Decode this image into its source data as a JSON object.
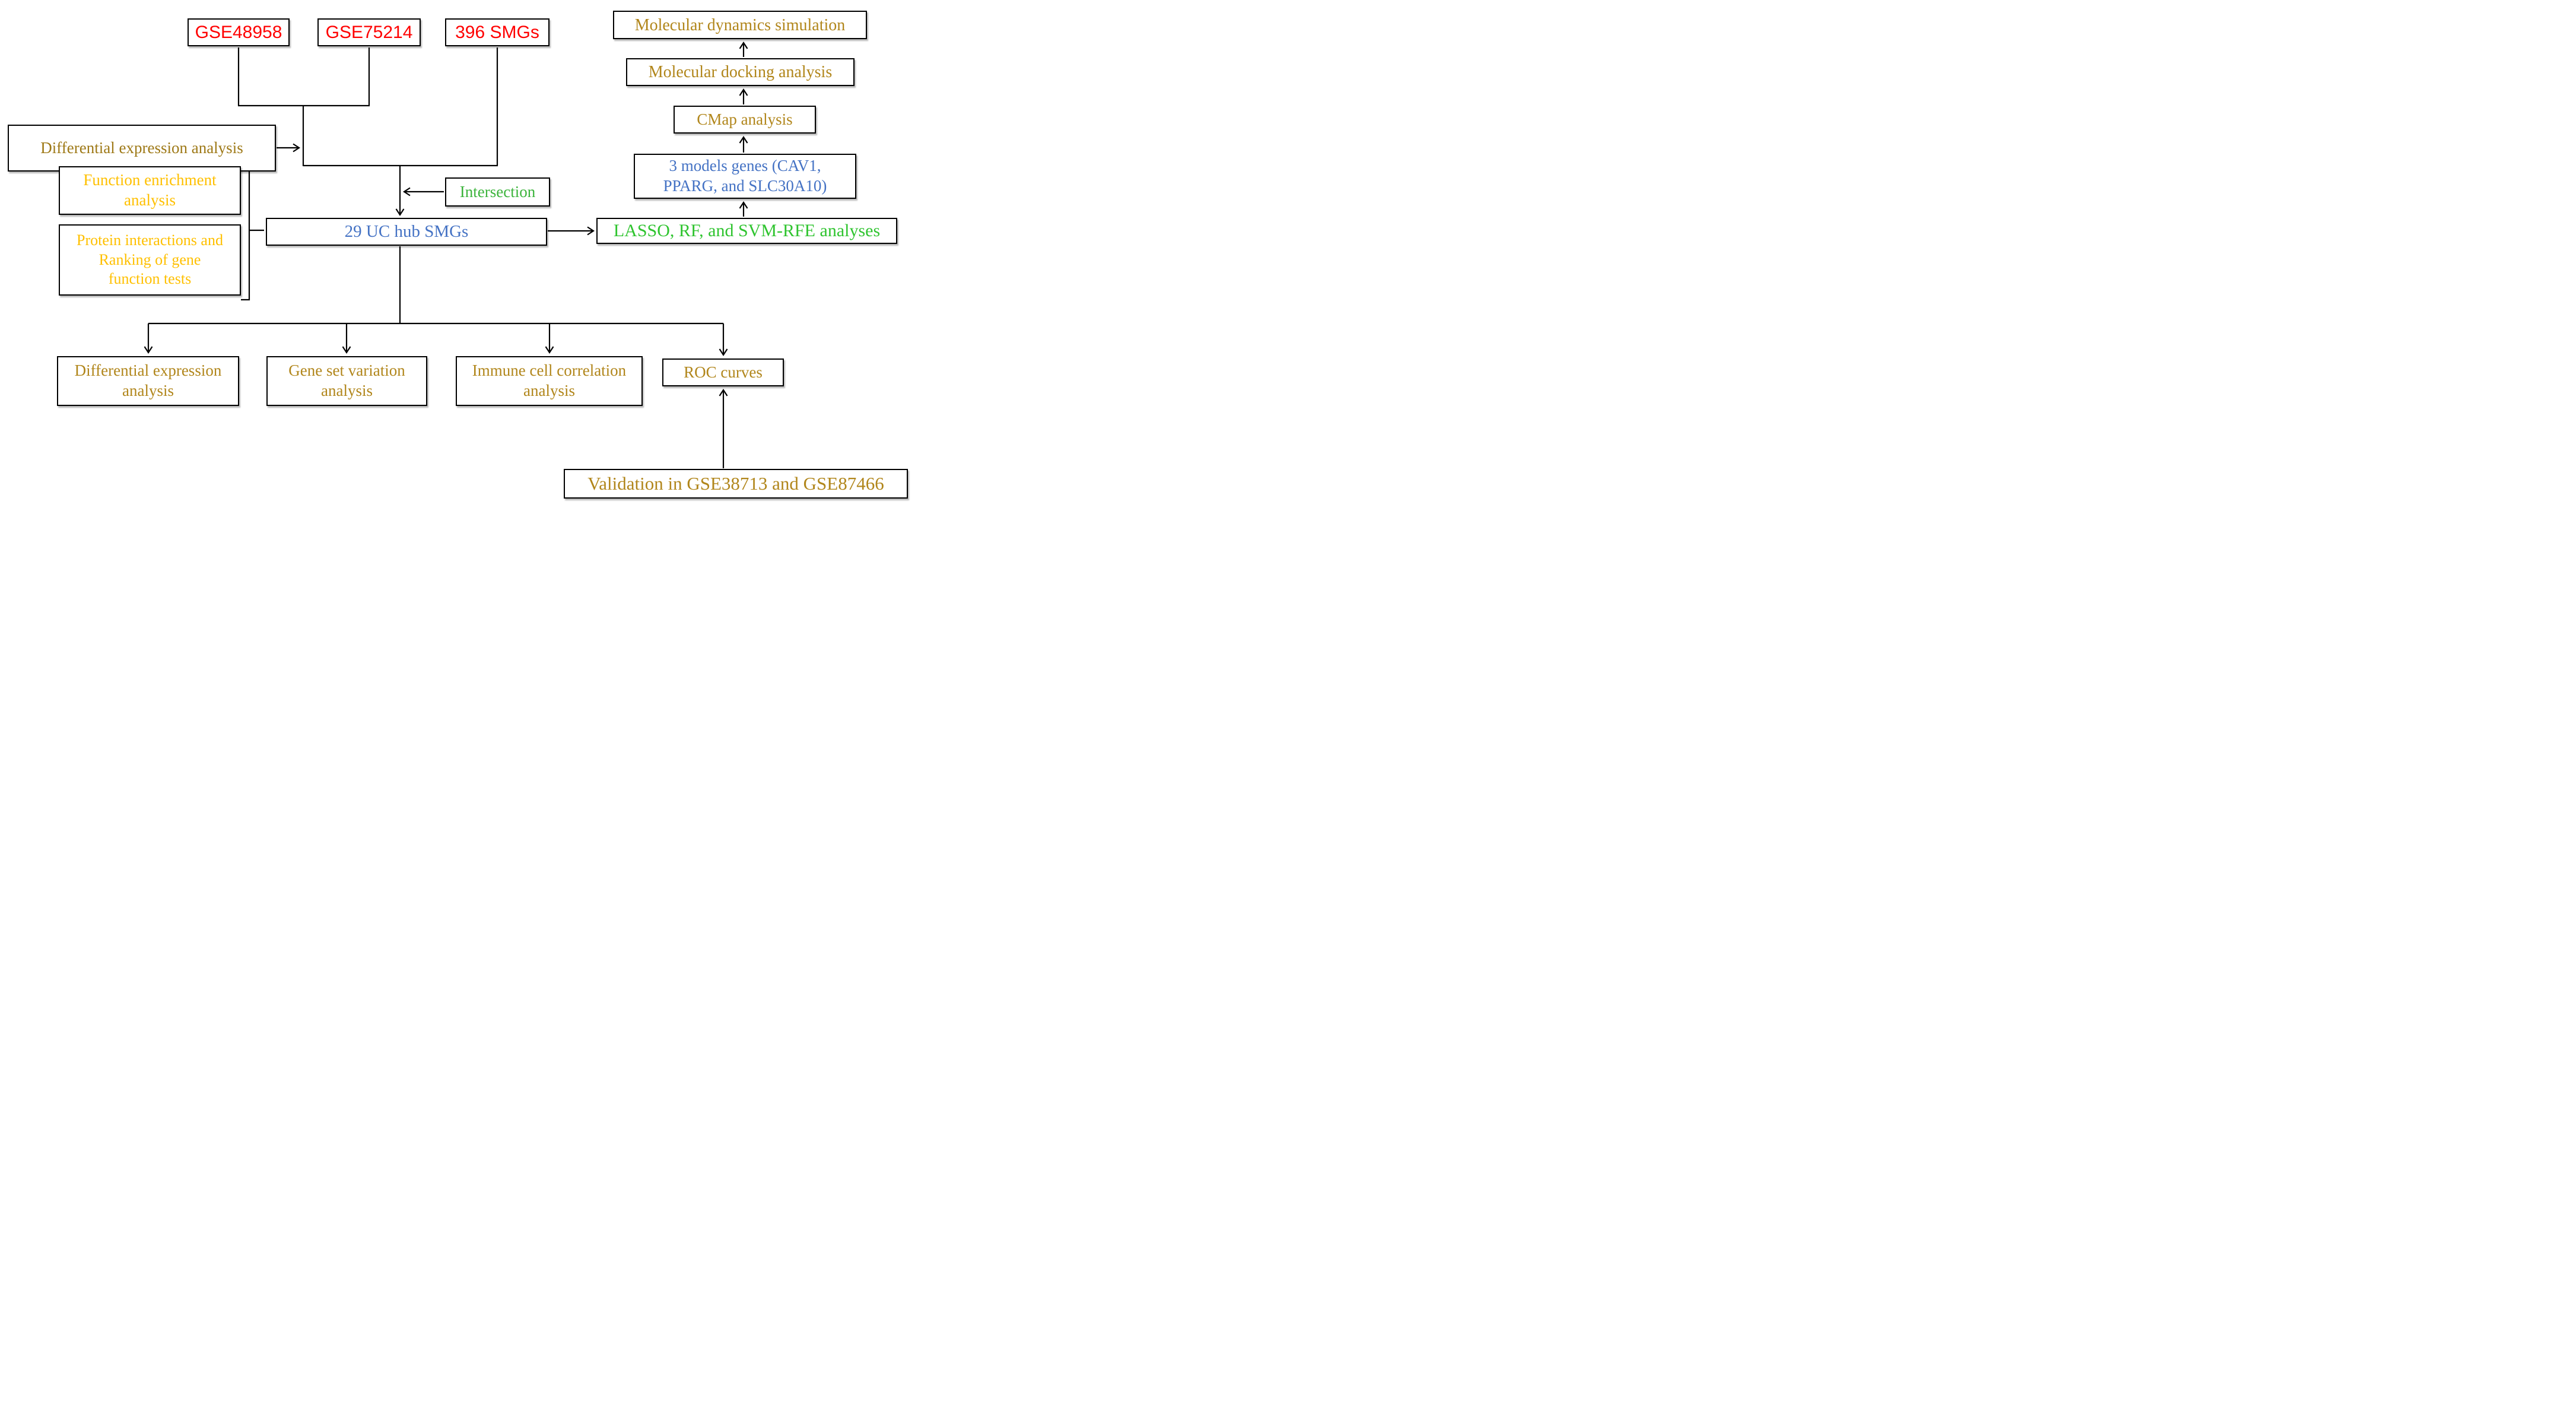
{
  "figure": {
    "type": "flowchart",
    "background": "#ffffff",
    "line_color": "#000000"
  },
  "palette": {
    "red": "#FF0000",
    "gold_dark": "#9E7917",
    "gold": "#B1861B",
    "amber": "#FFC000",
    "green": "#3CB43C",
    "green_bright": "#2FC42F",
    "blue": "#4472C4"
  },
  "nodes": {
    "gse48958": {
      "label": "GSE48958",
      "color": "#FF0000"
    },
    "gse75214": {
      "label": "GSE75214",
      "color": "#FF0000"
    },
    "smgs396": {
      "label": "396 SMGs",
      "color": "#FF0000"
    },
    "diff_expr_top": {
      "label": "Differential expression analysis",
      "color": "#9E7917"
    },
    "func_enrich": {
      "label": "Function enrichment\nanalysis",
      "color": "#FFC000"
    },
    "protein_rank": {
      "label": "Protein interactions and\nRanking of gene\nfunction tests",
      "color": "#FFC000"
    },
    "intersection": {
      "label": "Intersection",
      "color": "#3CB43C"
    },
    "hub_smgs": {
      "label": "29 UC hub SMGs",
      "color": "#4472C4"
    },
    "lasso": {
      "label": "LASSO, RF, and SVM-RFE analyses",
      "color": "#2FC42F"
    },
    "model_genes": {
      "label": "3 models genes (CAV1,\nPPARG, and SLC30A10)",
      "color": "#4472C4"
    },
    "cmap": {
      "label": "CMap analysis",
      "color": "#B1861B"
    },
    "docking": {
      "label": "Molecular docking analysis",
      "color": "#B1861B"
    },
    "dynamics": {
      "label": "Molecular dynamics simulation",
      "color": "#B1861B"
    },
    "diff_expr_bottom": {
      "label": "Differential expression\nanalysis",
      "color": "#B1861B"
    },
    "gsva": {
      "label": "Gene set variation\nanalysis",
      "color": "#B1861B"
    },
    "immune": {
      "label": "Immune cell correlation\nanalysis",
      "color": "#B1861B"
    },
    "roc": {
      "label": "ROC curves",
      "color": "#B1861B"
    },
    "validation": {
      "label": "Validation in GSE38713 and GSE87466",
      "color": "#B1861B"
    }
  }
}
